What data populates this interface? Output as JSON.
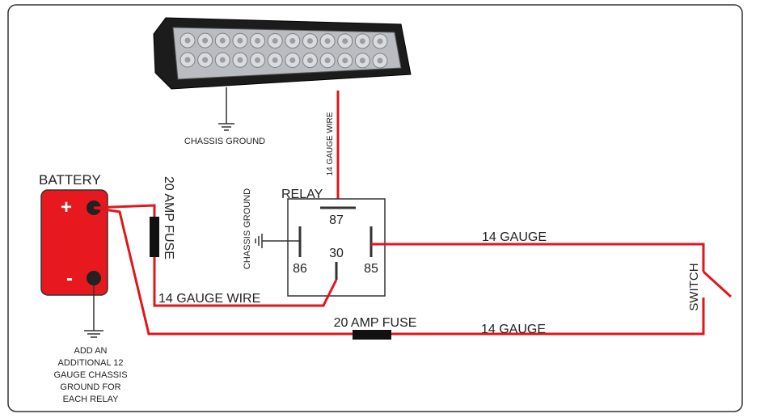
{
  "labels": {
    "battery": "BATTERY",
    "battery_plus": "+",
    "battery_minus": "-",
    "chassis_ground_light": "CHASSIS GROUND",
    "gauge_wire_to_87": "14 GAUGE WIRE",
    "chassis_ground_relay": "CHASSIS GROUND",
    "relay": "RELAY",
    "pin_87": "87",
    "pin_86": "86",
    "pin_30": "30",
    "pin_85": "85",
    "fuse_battery_to_30": "20 AMP FUSE",
    "gauge_wire_to_30": "14 GAUGE WIRE",
    "gauge_85_to_switch": "14 GAUGE",
    "fuse_battery_to_switch": "20 AMP FUSE",
    "gauge_battery_to_switch": "14 GAUGE",
    "switch": "SWITCH",
    "note_line1": "ADD AN",
    "note_line2": "ADDITIONAL 12",
    "note_line3": "GAUGE CHASSIS",
    "note_line4": "GROUND FOR",
    "note_line5": "EACH RELAY"
  },
  "colors": {
    "wire": "#e0161b",
    "battery_fill": "#e8191e",
    "battery_stroke": "#333333",
    "line": "#333333",
    "fuse": "#111111",
    "light_bar_housing": "#1c1c1c",
    "light_bar_lens": "#b9bcc0",
    "text": "#222222"
  }
}
